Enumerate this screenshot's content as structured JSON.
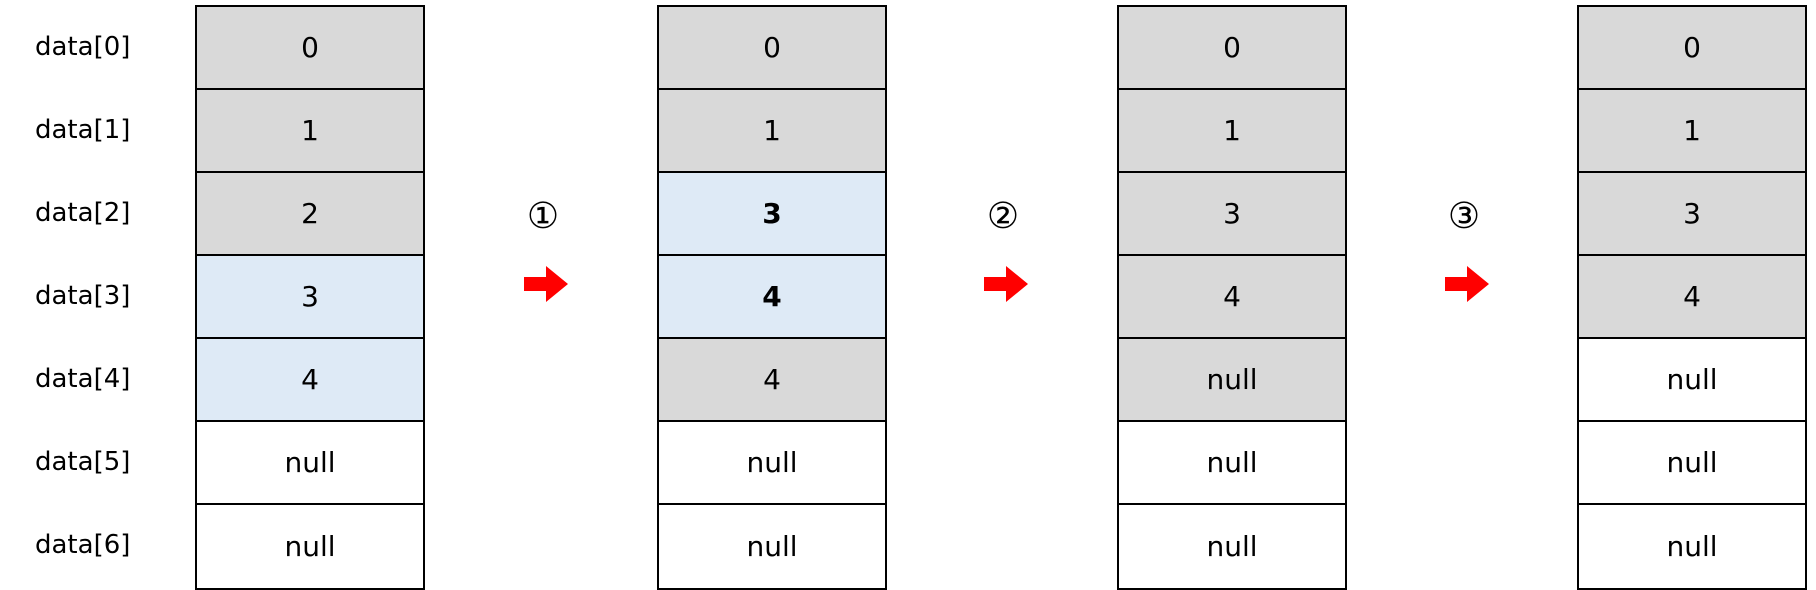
{
  "row_labels": [
    "data[0]",
    "data[1]",
    "data[2]",
    "data[3]",
    "data[4]",
    "data[5]",
    "data[6]"
  ],
  "colors": {
    "filled": "#d9d9d9",
    "highlight": "#deeaf6",
    "empty": "#ffffff",
    "arrow": "#ff0000"
  },
  "steps": [
    {
      "label": "①"
    },
    {
      "label": "②"
    },
    {
      "label": "③"
    }
  ],
  "arrays": [
    {
      "cells": [
        {
          "value": "0",
          "state": "filled",
          "bold": false
        },
        {
          "value": "1",
          "state": "filled",
          "bold": false
        },
        {
          "value": "2",
          "state": "filled",
          "bold": false
        },
        {
          "value": "3",
          "state": "highlight",
          "bold": false
        },
        {
          "value": "4",
          "state": "highlight",
          "bold": false
        },
        {
          "value": "null",
          "state": "empty",
          "bold": false
        },
        {
          "value": "null",
          "state": "empty",
          "bold": false
        }
      ]
    },
    {
      "cells": [
        {
          "value": "0",
          "state": "filled",
          "bold": false
        },
        {
          "value": "1",
          "state": "filled",
          "bold": false
        },
        {
          "value": "3",
          "state": "highlight",
          "bold": true
        },
        {
          "value": "4",
          "state": "highlight",
          "bold": true
        },
        {
          "value": "4",
          "state": "filled",
          "bold": false
        },
        {
          "value": "null",
          "state": "empty",
          "bold": false
        },
        {
          "value": "null",
          "state": "empty",
          "bold": false
        }
      ]
    },
    {
      "cells": [
        {
          "value": "0",
          "state": "filled",
          "bold": false
        },
        {
          "value": "1",
          "state": "filled",
          "bold": false
        },
        {
          "value": "3",
          "state": "filled",
          "bold": false
        },
        {
          "value": "4",
          "state": "filled",
          "bold": false
        },
        {
          "value": "null",
          "state": "filled",
          "bold": false
        },
        {
          "value": "null",
          "state": "empty",
          "bold": false
        },
        {
          "value": "null",
          "state": "empty",
          "bold": false
        }
      ]
    },
    {
      "cells": [
        {
          "value": "0",
          "state": "filled",
          "bold": false
        },
        {
          "value": "1",
          "state": "filled",
          "bold": false
        },
        {
          "value": "3",
          "state": "filled",
          "bold": false
        },
        {
          "value": "4",
          "state": "filled",
          "bold": false
        },
        {
          "value": "null",
          "state": "empty",
          "bold": false
        },
        {
          "value": "null",
          "state": "empty",
          "bold": false
        },
        {
          "value": "null",
          "state": "empty",
          "bold": false
        }
      ]
    }
  ]
}
